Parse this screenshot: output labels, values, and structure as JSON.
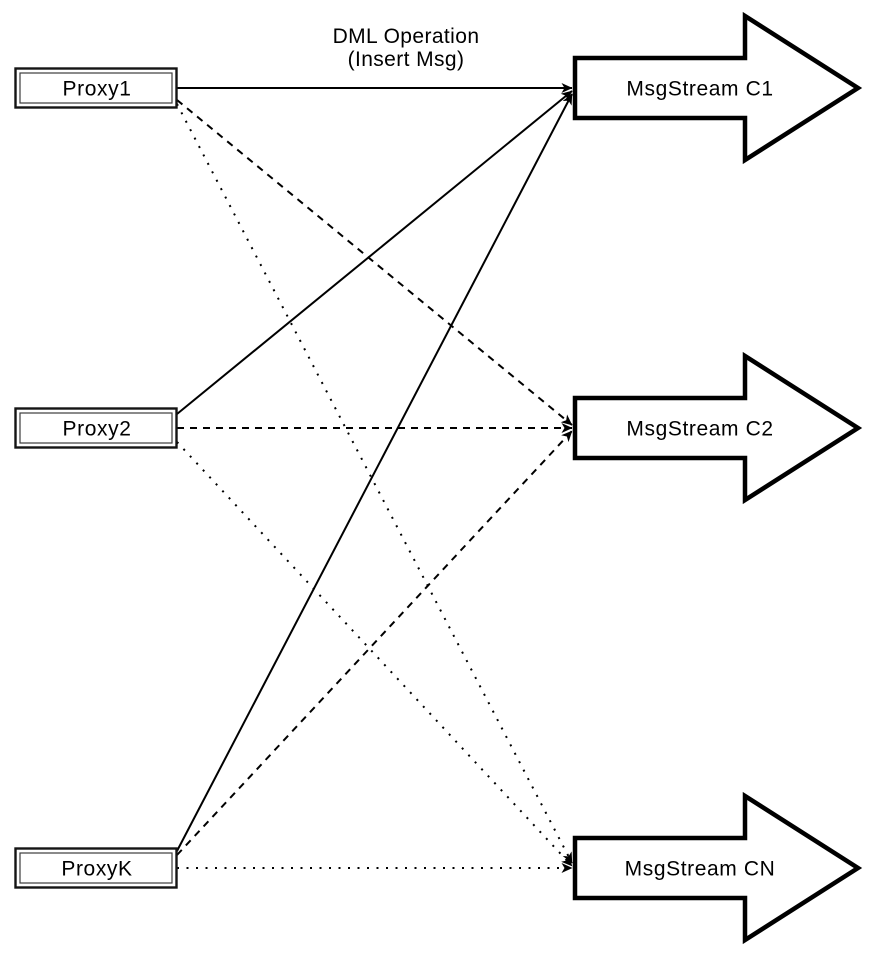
{
  "diagram": {
    "title_line1": "DML Operation",
    "title_line2": "(Insert Msg)",
    "proxies": [
      {
        "id": "proxy1",
        "label": "Proxy1"
      },
      {
        "id": "proxy2",
        "label": "Proxy2"
      },
      {
        "id": "proxyk",
        "label": "ProxyK"
      }
    ],
    "streams": [
      {
        "id": "c1",
        "label": "MsgStream C1"
      },
      {
        "id": "c2",
        "label": "MsgStream C2"
      },
      {
        "id": "cn",
        "label": "MsgStream CN"
      }
    ],
    "edges": [
      {
        "from": "Proxy1",
        "to": "MsgStream C1",
        "style": "solid"
      },
      {
        "from": "Proxy2",
        "to": "MsgStream C1",
        "style": "solid"
      },
      {
        "from": "ProxyK",
        "to": "MsgStream C1",
        "style": "solid"
      },
      {
        "from": "Proxy1",
        "to": "MsgStream C2",
        "style": "dashed"
      },
      {
        "from": "Proxy2",
        "to": "MsgStream C2",
        "style": "dashed"
      },
      {
        "from": "ProxyK",
        "to": "MsgStream C2",
        "style": "dashed"
      },
      {
        "from": "Proxy1",
        "to": "MsgStream CN",
        "style": "dotted"
      },
      {
        "from": "Proxy2",
        "to": "MsgStream CN",
        "style": "dotted"
      },
      {
        "from": "ProxyK",
        "to": "MsgStream CN",
        "style": "dotted"
      }
    ],
    "colors": {
      "stroke": "#000000",
      "fill": "#ffffff",
      "background": "#ffffff"
    }
  }
}
